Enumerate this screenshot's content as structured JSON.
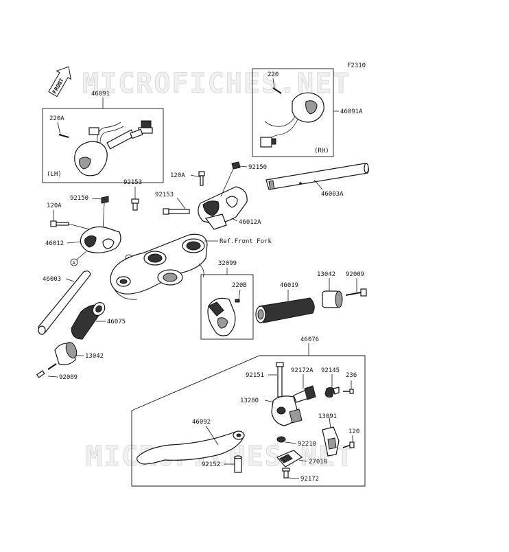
{
  "watermark": "MICROFICHES.NET",
  "figure_code": "F2310",
  "front_arrow_text": "FRONT",
  "tags": {
    "lh": "(LH)",
    "rh": "(RH)",
    "ref": "Ref.Front Fork",
    "mark_a": "A"
  },
  "labels": {
    "p46091": "46091",
    "p220a": "220A",
    "p220_rh": "220",
    "p46091a": "46091A",
    "p92150_a": "92150",
    "p120a_a": "120A",
    "p92153_a": "92153",
    "p46003a": "46003A",
    "p46012a": "46012A",
    "p92153_b": "92153",
    "p120a_b": "120A",
    "p92150_b": "92150",
    "p46012": "46012",
    "p46003": "46003",
    "p32099": "32099",
    "p220b": "220B",
    "p46019": "46019",
    "p13042_a": "13042",
    "p92009_a": "92009",
    "p46075": "46075",
    "p13042_b": "13042",
    "p92009_b": "92009",
    "p46076": "46076",
    "p92151": "92151",
    "p92172a": "92172A",
    "p92145": "92145",
    "p236": "236",
    "p13280": "13280",
    "p46092": "46092",
    "p13091": "13091",
    "p120": "120",
    "p92210": "92210",
    "p92152": "92152",
    "p27010": "27010",
    "p92172": "92172"
  }
}
